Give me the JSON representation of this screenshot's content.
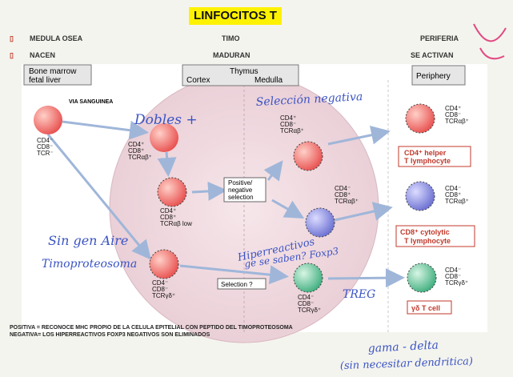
{
  "title": "LINFOCITOS T",
  "row1": {
    "bullet": "▯",
    "col1": "MEDULA OSEA",
    "col2": "TIMO",
    "col3": "PERIFERIA"
  },
  "row2": {
    "bullet": "▯",
    "col1": "NACEN",
    "col2": "MADURAN",
    "col3": "SE ACTIVAN"
  },
  "diagram": {
    "box_bone": [
      "Bone marrow",
      "fetal liver"
    ],
    "box_thymus": {
      "top": "Thymus",
      "cortex": "Cortex",
      "medulla": "Medulla"
    },
    "box_periphery": "Periphery",
    "via": "VIA SANGUINEA",
    "cell1": [
      "CD4⁻",
      "CD8⁻",
      "TCR⁻"
    ],
    "cell2": [
      "CD4⁺",
      "CD8⁺",
      "TCRαβ⁺"
    ],
    "cell3": [
      "CD4⁺",
      "CD8⁺",
      "TCRαβ low"
    ],
    "cell4": [
      "CD4⁻",
      "CD8⁻",
      "TCRγδ⁺"
    ],
    "cell5": [
      "CD4⁺",
      "CD8⁻",
      "TCRαβ⁺"
    ],
    "cell6": [
      "CD4⁻",
      "CD8⁺",
      "TCRαβ⁺"
    ],
    "cell7": [
      "CD4⁻",
      "CD8⁻",
      "TCRγδ⁺"
    ],
    "per1": [
      "CD4⁺",
      "CD8⁻",
      "TCRαβ⁺"
    ],
    "per2": [
      "CD4⁻",
      "CD8⁺",
      "TCRαβ⁺"
    ],
    "per3": [
      "CD4⁻",
      "CD8⁻",
      "TCRγδ⁺"
    ],
    "posneg": [
      "Positive/",
      "negative",
      "selection"
    ],
    "selection": "Selection ?",
    "helper": [
      "CD4⁺ helper",
      "T lymphocyte"
    ],
    "cytolytic": [
      "CD8⁺ cytolytic",
      "T lymphocyte"
    ],
    "gdt": "γδ T cell"
  },
  "handwriting": {
    "dobles": "Dobles +",
    "seleccion": "Selección negativa",
    "sin_gen": "Sin gen Aire",
    "timo": "Timoproteosoma",
    "hiper": "Hiperreactivos",
    "gen": "ge se saben?  Foxp3",
    "treg": "TREG",
    "gama": "gama - delta",
    "sin_nec": "(sin necesitar dendritica)"
  },
  "footer": {
    "positiva": "POSITIVA = RECONOCE MHC PROPIO DE LA CELULA EPITELIAL CON PEPTIDO DEL TIMOPROTEOSOMA",
    "negativa": "NEGATIVA= LOS HIPERREACTIVOS FOXP3 NEGATIVOS SON ELIMINADOS"
  },
  "colors": {
    "accent": "#fff200",
    "cell_red": "#e8504f",
    "cell_blue": "#6a6fd1",
    "cell_green": "#3fae7f",
    "ink": "#3a54c4",
    "pink": "#e04b84"
  }
}
